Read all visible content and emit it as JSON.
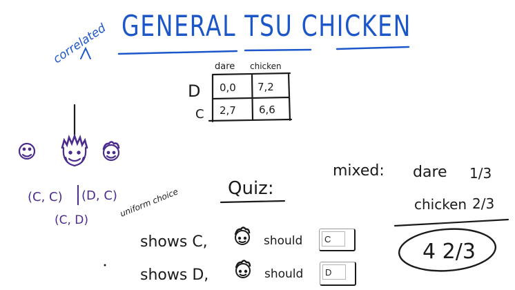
{
  "colors": {
    "blue": "#1c57c9",
    "black": "#1a1a1a",
    "purple": "#4b2c8c"
  },
  "title": {
    "text": "GENERAL TSU CHICKEN",
    "note": "correlated"
  },
  "payoff_matrix": {
    "columns": [
      "dare",
      "chicken"
    ],
    "rows": [
      {
        "label": "D",
        "cells": [
          "0,0",
          "7,2"
        ]
      },
      {
        "label": "C",
        "cells": [
          "2,7",
          "6,6"
        ]
      }
    ]
  },
  "faces": {
    "left_icon": "smiley-face-icon",
    "middle_icon": "spiky-hair-face-icon",
    "right_icon": "curly-hair-face-icon"
  },
  "outcomes": [
    "(C, C)",
    "(D, C)",
    "(C, D)"
  ],
  "uniform_label": "uniform choice",
  "quiz": {
    "heading": "Quiz:",
    "q1": {
      "shows": "shows C,",
      "should": "should",
      "answer": "C"
    },
    "q2": {
      "shows": "shows D,",
      "should": "should",
      "answer": "D"
    }
  },
  "mixed": {
    "label": "mixed:",
    "dare_label": "dare",
    "dare_value": "1/3",
    "chicken_label": "chicken",
    "chicken_value": "2/3"
  },
  "result": "4 2/3"
}
